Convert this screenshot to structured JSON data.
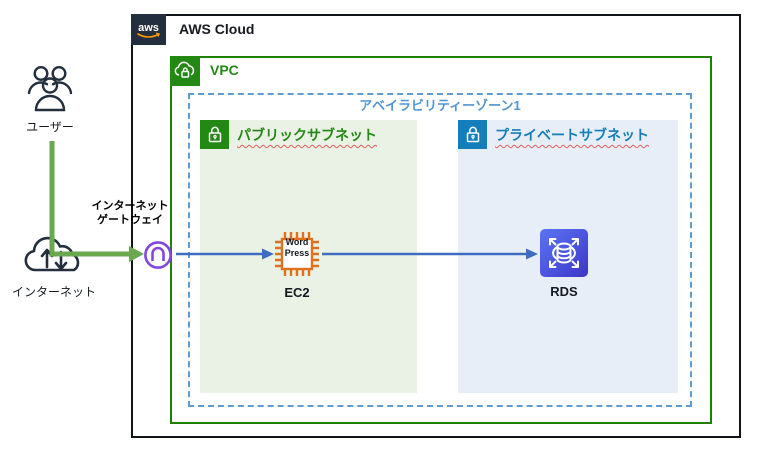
{
  "diagram": {
    "aws_cloud": {
      "logo_text": "aws",
      "title": "AWS Cloud"
    },
    "vpc": {
      "label": "VPC"
    },
    "availability_zone": {
      "label": "アベイラビリティーゾーン1"
    },
    "public_subnet": {
      "label": "パブリックサブネット"
    },
    "private_subnet": {
      "label": "プライベートサブネット"
    },
    "nodes": {
      "users": {
        "label": "ユーザー"
      },
      "internet": {
        "label": "インターネット"
      },
      "internet_gateway": {
        "label_line1": "インターネット",
        "label_line2": "ゲートウェイ"
      },
      "ec2": {
        "label": "EC2",
        "chip_line1": "Word",
        "chip_line2": "Press"
      },
      "rds": {
        "label": "RDS"
      }
    },
    "colors": {
      "aws_dark": "#232f3e",
      "vpc_green": "#248814",
      "public_fill": "#e9f2e4",
      "private_fill": "#e7eef8",
      "subnet_blue": "#147eba",
      "az_blue": "#5294cf",
      "flow_green": "#6aa84f",
      "flow_blue": "#3d6cc0",
      "gateway_purple": "#8247e0",
      "ec2_orange": "#e0701c",
      "squiggle_red": "#e25f5f"
    }
  }
}
